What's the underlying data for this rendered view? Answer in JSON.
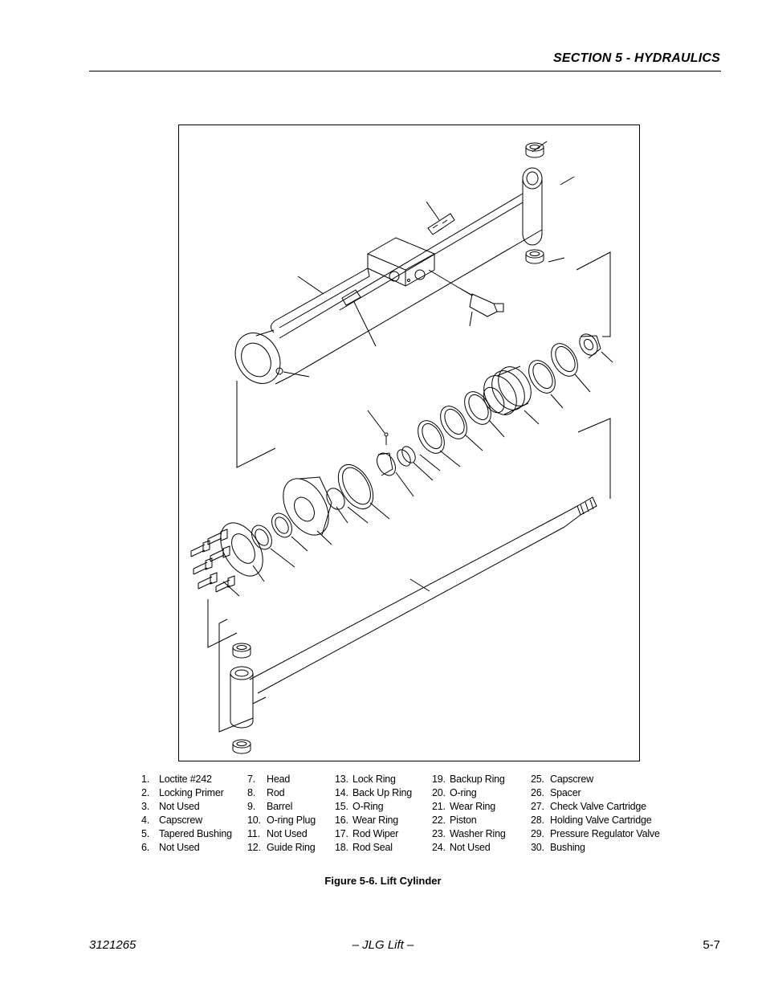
{
  "header": {
    "section_title": "SECTION 5 - HYDRAULICS"
  },
  "legend": {
    "columns": [
      [
        {
          "num": "1.",
          "label": "Loctite #242"
        },
        {
          "num": "2.",
          "label": "Locking Primer"
        },
        {
          "num": "3.",
          "label": "Not Used"
        },
        {
          "num": "4.",
          "label": "Capscrew"
        },
        {
          "num": "5.",
          "label": "Tapered Bushing"
        },
        {
          "num": "6.",
          "label": "Not Used"
        }
      ],
      [
        {
          "num": "7.",
          "label": "Head"
        },
        {
          "num": "8.",
          "label": "Rod"
        },
        {
          "num": "9.",
          "label": "Barrel"
        },
        {
          "num": "10.",
          "label": "O-ring Plug"
        },
        {
          "num": "11.",
          "label": "Not Used"
        },
        {
          "num": "12.",
          "label": "Guide Ring"
        }
      ],
      [
        {
          "num": "13.",
          "label": "Lock Ring"
        },
        {
          "num": "14.",
          "label": "Back Up Ring"
        },
        {
          "num": "15.",
          "label": "O-Ring"
        },
        {
          "num": "16.",
          "label": "Wear Ring"
        },
        {
          "num": "17.",
          "label": "Rod Wiper"
        },
        {
          "num": "18.",
          "label": "Rod Seal"
        }
      ],
      [
        {
          "num": "19.",
          "label": "Backup Ring"
        },
        {
          "num": "20.",
          "label": "O-ring"
        },
        {
          "num": "21.",
          "label": "Wear Ring"
        },
        {
          "num": "22.",
          "label": "Piston"
        },
        {
          "num": "23.",
          "label": "Washer Ring"
        },
        {
          "num": "24.",
          "label": "Not Used"
        }
      ],
      [
        {
          "num": "25.",
          "label": "Capscrew"
        },
        {
          "num": "26.",
          "label": "Spacer"
        },
        {
          "num": "27.",
          "label": "Check Valve Cartridge"
        },
        {
          "num": "28.",
          "label": "Holding Valve Cartridge"
        },
        {
          "num": "29.",
          "label": "Pressure Regulator Valve"
        },
        {
          "num": "30.",
          "label": "Bushing"
        }
      ]
    ]
  },
  "figure": {
    "caption": "Figure 5-6.  Lift Cylinder"
  },
  "footer": {
    "doc_number": "3121265",
    "center_text": "– JLG Lift –",
    "page_number": "5-7"
  }
}
